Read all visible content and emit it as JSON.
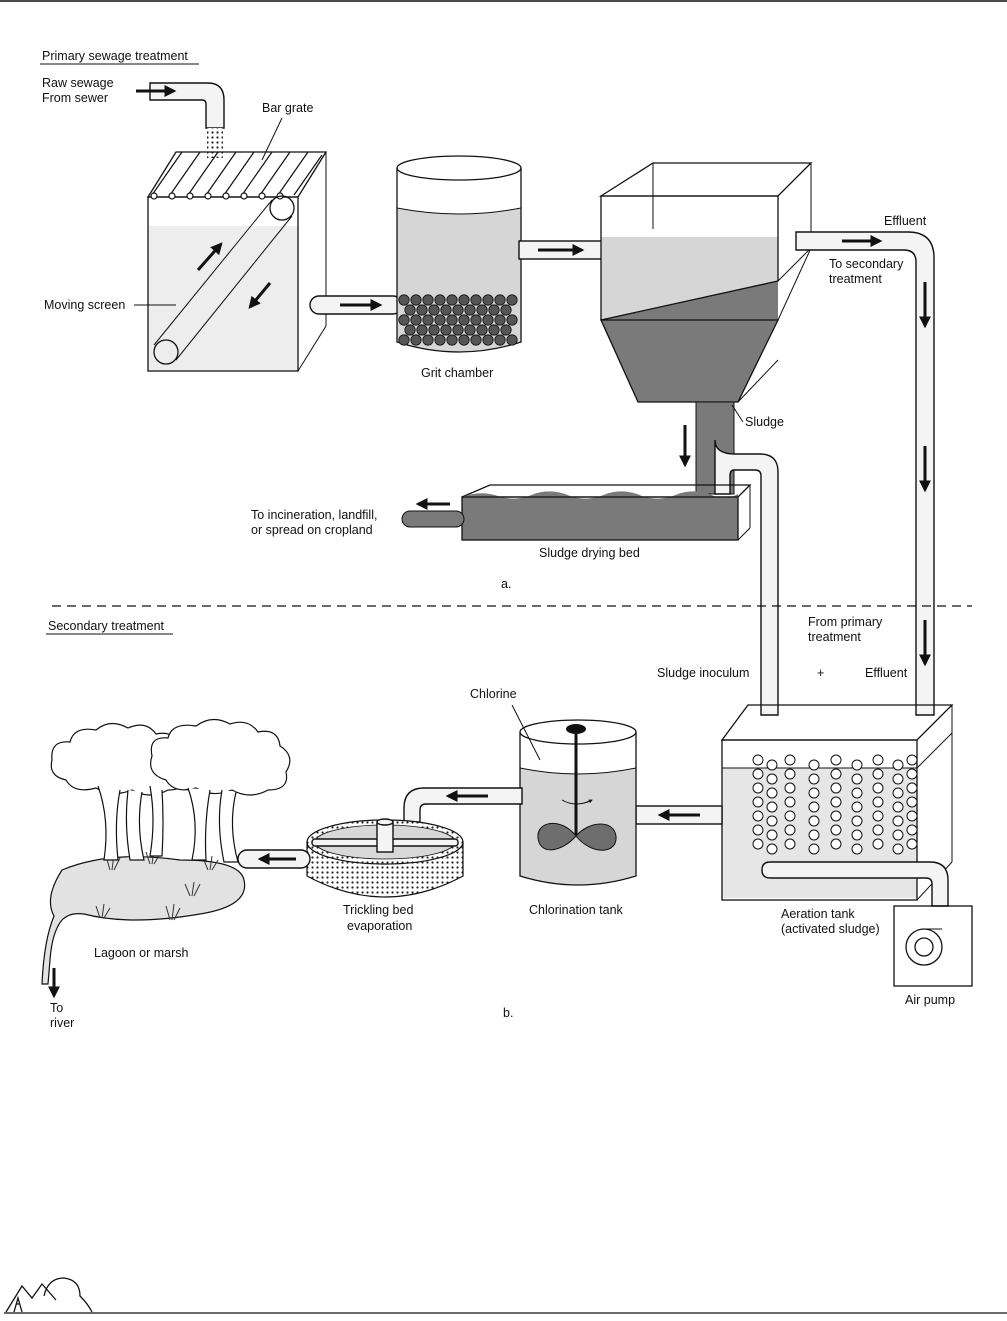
{
  "diagram": {
    "primary": {
      "heading": "Primary sewage treatment",
      "raw_sewage_line1": "Raw sewage",
      "raw_sewage_line2": "From sewer",
      "bar_grate": "Bar grate",
      "moving_screen": "Moving screen",
      "grit_chamber": "Grit chamber",
      "effluent": "Effluent",
      "to_secondary_line1": "To secondary",
      "to_secondary_line2": "treatment",
      "sludge": "Sludge",
      "disposal_line1": "To incineration, landfill,",
      "disposal_line2": "or spread on cropland",
      "sludge_drying_bed": "Sludge drying bed",
      "panel_letter": "a."
    },
    "secondary": {
      "heading": "Secondary treatment",
      "from_primary_line1": "From primary",
      "from_primary_line2": "treatment",
      "sludge_inoculum": "Sludge inoculum",
      "plus": "+",
      "effluent": "Effluent",
      "chlorine": "Chlorine",
      "chlorination_tank": "Chlorination tank",
      "trickling_line1": "Trickling bed",
      "trickling_line2": "evaporation",
      "lagoon": "Lagoon or marsh",
      "to_river_line1": "To",
      "to_river_line2": "river",
      "aeration_line1": "Aeration tank",
      "aeration_line2": "(activated sludge)",
      "air_pump": "Air pump",
      "panel_letter": "b."
    },
    "footer_logo": "mountain-tree-logo"
  }
}
